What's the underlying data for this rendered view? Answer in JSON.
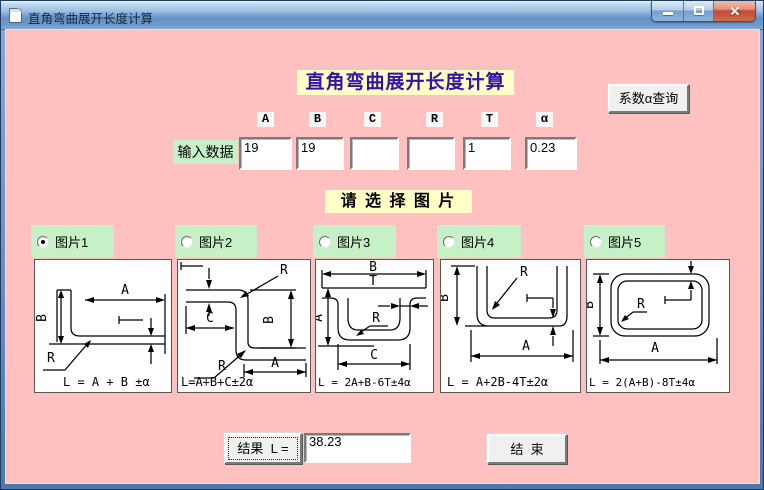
{
  "window": {
    "title": "直角弯曲展开长度计算"
  },
  "header": {
    "title": "直角弯曲展开长度计算",
    "lookup_button": "系数α查询"
  },
  "inputs": {
    "row_label": "输入数据",
    "fields": [
      {
        "label": "A",
        "value": "19"
      },
      {
        "label": "B",
        "value": "19"
      },
      {
        "label": "C",
        "value": ""
      },
      {
        "label": "R",
        "value": ""
      },
      {
        "label": "T",
        "value": "1"
      },
      {
        "label": "α",
        "value": "0.23"
      }
    ]
  },
  "picker": {
    "prompt": "请 选 择 图 片",
    "options": [
      {
        "label": "图片1",
        "selected": true
      },
      {
        "label": "图片2",
        "selected": false
      },
      {
        "label": "图片3",
        "selected": false
      },
      {
        "label": "图片4",
        "selected": false
      },
      {
        "label": "图片5",
        "selected": false
      }
    ]
  },
  "pictures": [
    {
      "formula": "L = A + B ±α",
      "marks": {
        "A": "A",
        "B": "B",
        "R": "R"
      }
    },
    {
      "formula": "L=A+B+C±2α",
      "marks": {
        "A": "A",
        "B": "B",
        "C": "C",
        "R1": "R",
        "R2": "R"
      }
    },
    {
      "formula": "L = 2A+B-6T±4α",
      "marks": {
        "A": "A",
        "B": "B",
        "C": "C",
        "R": "R",
        "T": "T"
      }
    },
    {
      "formula": "L = A+2B-4T±2α",
      "marks": {
        "A": "A",
        "B": "B",
        "R": "R"
      }
    },
    {
      "formula": "L = 2(A+B)-8T±4α",
      "marks": {
        "A": "A",
        "B": "B",
        "R": "R"
      }
    }
  ],
  "result": {
    "button_label": "结果  L =",
    "value": "38.23",
    "end_label": "结  束"
  },
  "colors": {
    "client_bg": "#ffc0c0",
    "accent_green": "#c6f0c6",
    "accent_yellow": "#ffffc6",
    "heading_color": "#3313a6",
    "titlebar_blue": "#8fb4dc"
  }
}
